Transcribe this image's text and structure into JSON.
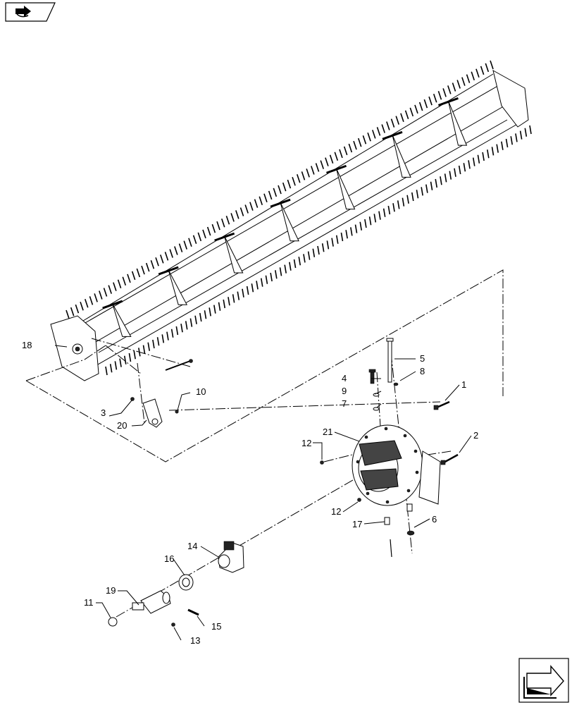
{
  "callouts": {
    "c1": "1",
    "c2": "2",
    "c3": "3",
    "c4": "4",
    "c5": "5",
    "c6": "6",
    "c7": "7",
    "c8": "8",
    "c9": "9",
    "c10": "10",
    "c11": "11",
    "c12a": "12",
    "c12b": "12",
    "c13": "13",
    "c14": "14",
    "c15": "15",
    "c16": "16",
    "c17": "17",
    "c18": "18",
    "c19": "19",
    "c20": "20",
    "c21": "21"
  },
  "icons": {
    "top_left": "book-arrow-icon",
    "bottom_right": "next-page-arrow-icon"
  }
}
